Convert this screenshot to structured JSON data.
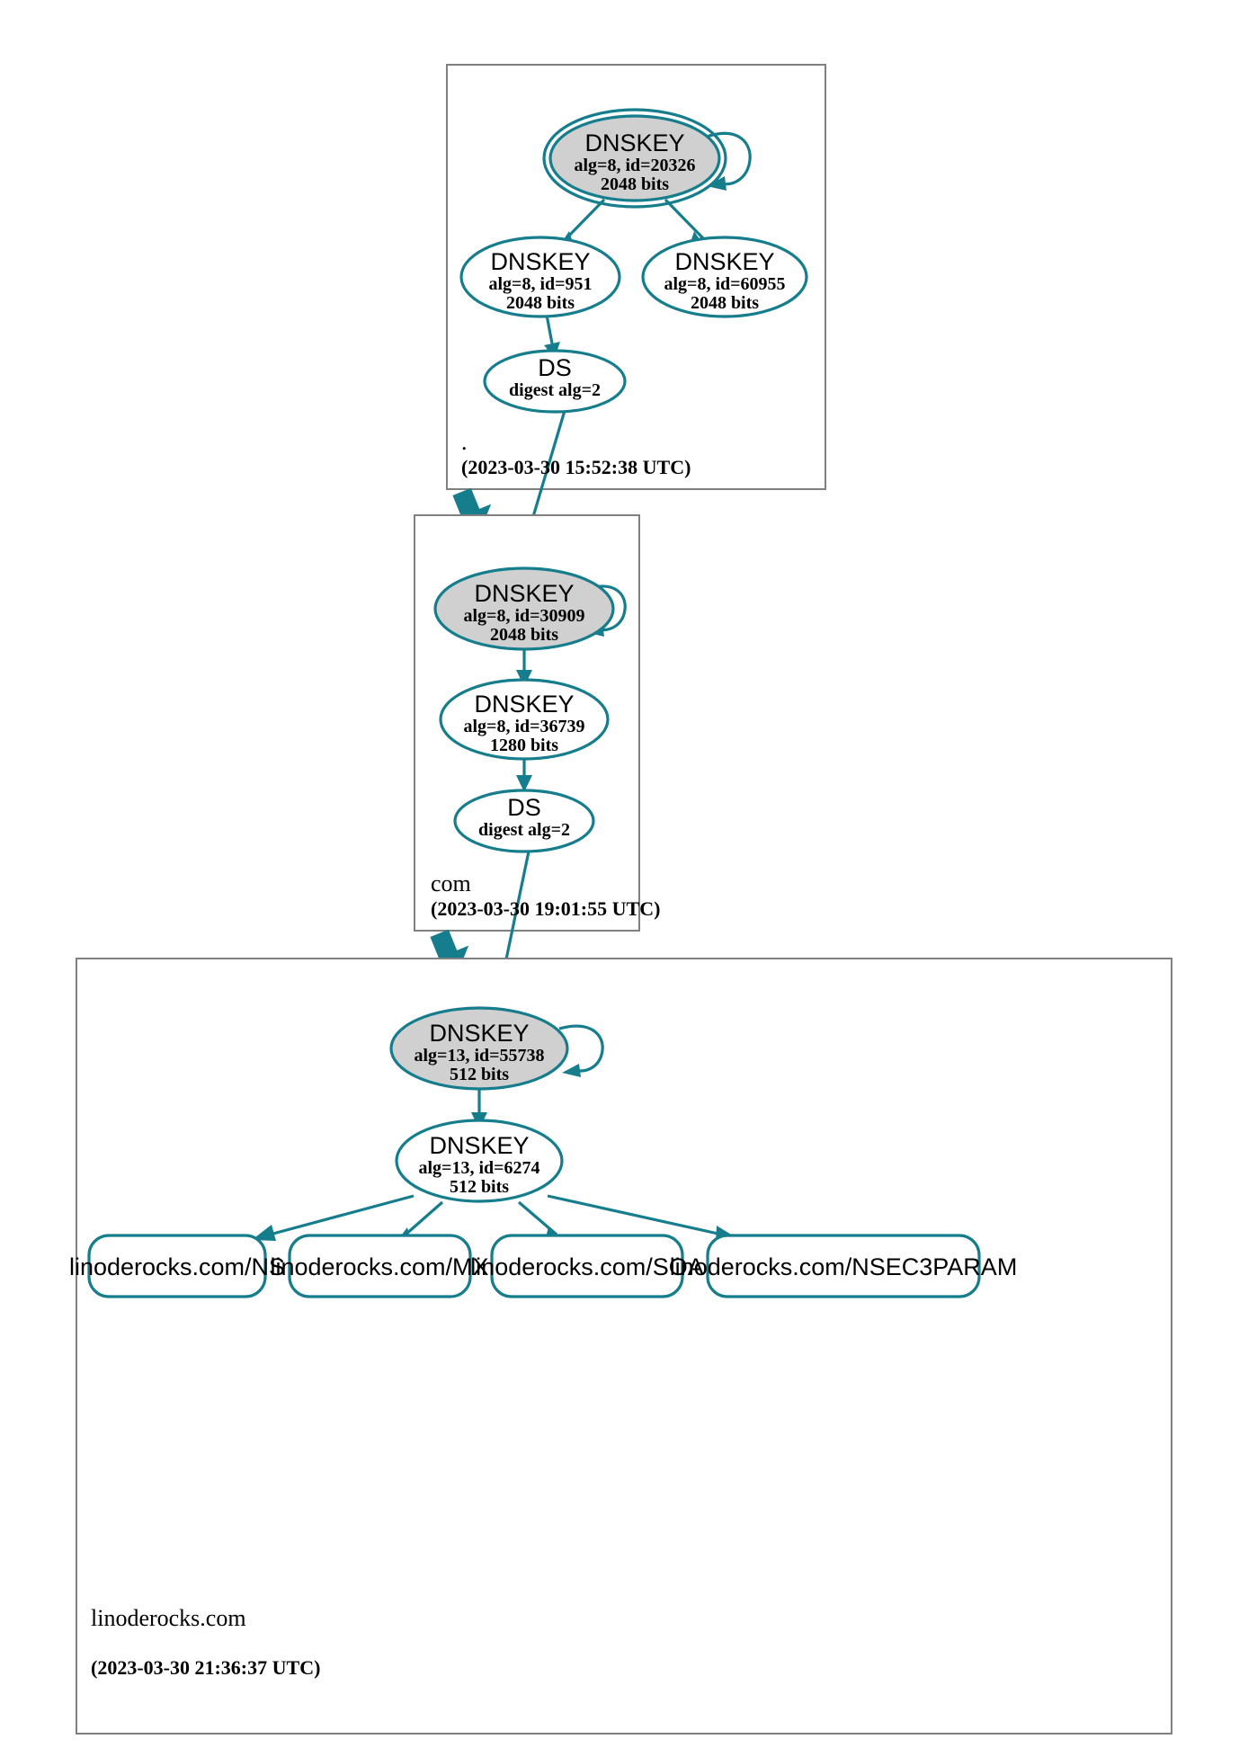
{
  "diagram": {
    "type": "dnssec-authentication-chain",
    "colors": {
      "accent": "#157d8c",
      "secure_key_fill": "#d0d0d0",
      "zone_border": "#808080",
      "node_fill": "#ffffff",
      "text": "#000000"
    }
  },
  "zones": [
    {
      "id": "root",
      "name": ".",
      "timestamp": "(2023-03-30 15:52:38 UTC)",
      "nodes": [
        {
          "id": "root-ksk",
          "kind": "DNSKEY",
          "title": "DNSKEY",
          "line2": "alg=8, id=20326",
          "line3": "2048 bits",
          "alg": 8,
          "key_id": 20326,
          "bits": 2048,
          "trust_anchor": true,
          "self_signed": true,
          "fill": "gray"
        },
        {
          "id": "root-zsk-951",
          "kind": "DNSKEY",
          "title": "DNSKEY",
          "line2": "alg=8, id=951",
          "line3": "2048 bits",
          "alg": 8,
          "key_id": 951,
          "bits": 2048,
          "trust_anchor": false,
          "self_signed": false,
          "fill": "white"
        },
        {
          "id": "root-zsk-60955",
          "kind": "DNSKEY",
          "title": "DNSKEY",
          "line2": "alg=8, id=60955",
          "line3": "2048 bits",
          "alg": 8,
          "key_id": 60955,
          "bits": 2048,
          "trust_anchor": false,
          "self_signed": false,
          "fill": "white"
        },
        {
          "id": "root-ds",
          "kind": "DS",
          "title": "DS",
          "line2": "digest alg=2",
          "line3": "",
          "digest_alg": 2,
          "fill": "white"
        }
      ]
    },
    {
      "id": "com",
      "name": "com",
      "timestamp": "(2023-03-30 19:01:55 UTC)",
      "nodes": [
        {
          "id": "com-ksk",
          "kind": "DNSKEY",
          "title": "DNSKEY",
          "line2": "alg=8, id=30909",
          "line3": "2048 bits",
          "alg": 8,
          "key_id": 30909,
          "bits": 2048,
          "trust_anchor": false,
          "self_signed": true,
          "fill": "gray"
        },
        {
          "id": "com-zsk",
          "kind": "DNSKEY",
          "title": "DNSKEY",
          "line2": "alg=8, id=36739",
          "line3": "1280 bits",
          "alg": 8,
          "key_id": 36739,
          "bits": 1280,
          "trust_anchor": false,
          "self_signed": false,
          "fill": "white"
        },
        {
          "id": "com-ds",
          "kind": "DS",
          "title": "DS",
          "line2": "digest alg=2",
          "line3": "",
          "digest_alg": 2,
          "fill": "white"
        }
      ]
    },
    {
      "id": "linoderocks",
      "name": "linoderocks.com",
      "timestamp": "(2023-03-30 21:36:37 UTC)",
      "nodes": [
        {
          "id": "lr-ksk",
          "kind": "DNSKEY",
          "title": "DNSKEY",
          "line2": "alg=13, id=55738",
          "line3": "512 bits",
          "alg": 13,
          "key_id": 55738,
          "bits": 512,
          "trust_anchor": false,
          "self_signed": true,
          "fill": "gray"
        },
        {
          "id": "lr-zsk",
          "kind": "DNSKEY",
          "title": "DNSKEY",
          "line2": "alg=13, id=6274",
          "line3": "512 bits",
          "alg": 13,
          "key_id": 6274,
          "bits": 512,
          "trust_anchor": false,
          "self_signed": false,
          "fill": "white"
        }
      ],
      "rrsets": [
        {
          "id": "rr-ns",
          "label": "linoderocks.com/NS"
        },
        {
          "id": "rr-mx",
          "label": "linoderocks.com/MX"
        },
        {
          "id": "rr-soa",
          "label": "linoderocks.com/SOA"
        },
        {
          "id": "rr-nsec3param",
          "label": "linoderocks.com/NSEC3PARAM"
        }
      ]
    }
  ]
}
